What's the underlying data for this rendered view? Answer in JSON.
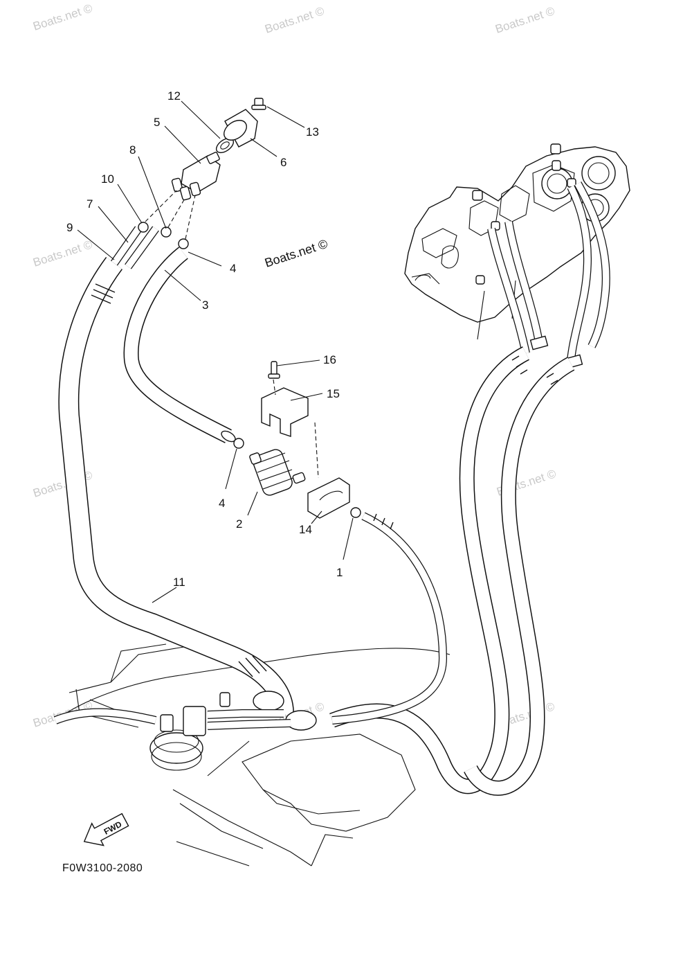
{
  "watermarks": {
    "brand": "Boats.net ©"
  },
  "callouts": [
    {
      "key": "c1",
      "label": "1"
    },
    {
      "key": "c2",
      "label": "2"
    },
    {
      "key": "c3",
      "label": "3"
    },
    {
      "key": "c4a",
      "label": "4"
    },
    {
      "key": "c4b",
      "label": "4"
    },
    {
      "key": "c5",
      "label": "5"
    },
    {
      "key": "c6",
      "label": "6"
    },
    {
      "key": "c7",
      "label": "7"
    },
    {
      "key": "c8",
      "label": "8"
    },
    {
      "key": "c9",
      "label": "9"
    },
    {
      "key": "c10",
      "label": "10"
    },
    {
      "key": "c11",
      "label": "11"
    },
    {
      "key": "c12",
      "label": "12"
    },
    {
      "key": "c13",
      "label": "13"
    },
    {
      "key": "c14",
      "label": "14"
    },
    {
      "key": "c15",
      "label": "15"
    },
    {
      "key": "c16",
      "label": "16"
    }
  ],
  "direction_arrow": {
    "label": "FWD"
  },
  "figure_code": "F0W3100-2080"
}
